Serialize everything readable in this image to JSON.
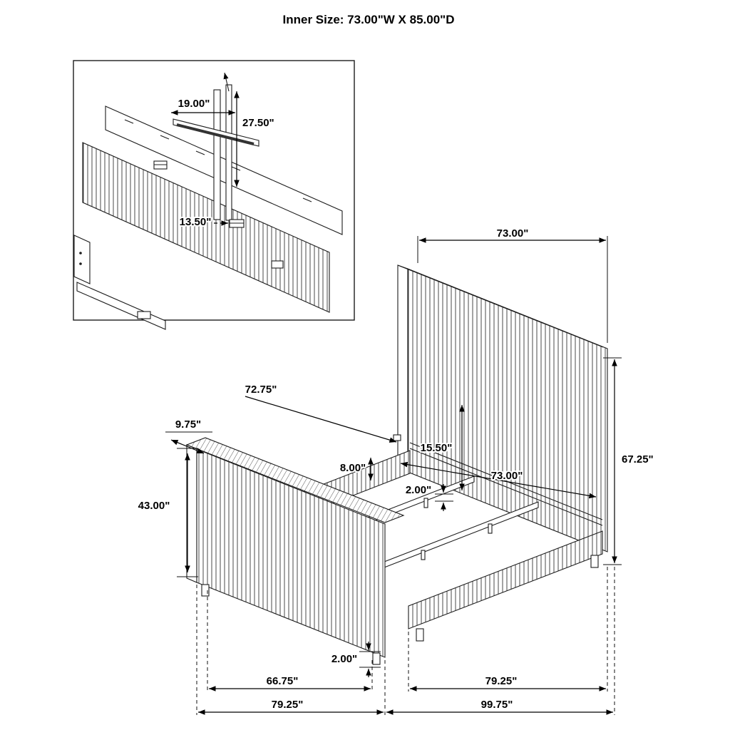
{
  "title": "Inner Size: 73.00\"W X 85.00\"D",
  "inset": {
    "crossbar_width": "19.00\"",
    "bracket_height": "27.50\"",
    "bracket_spacing": "13.50\""
  },
  "main": {
    "headboard_width": "73.00\"",
    "headboard_height": "67.25\"",
    "rail_length": "72.75\"",
    "wing_depth": "9.75\"",
    "footboard_height": "43.00\"",
    "inner_clearance_height": "15.50\"",
    "rail_height": "8.00\"",
    "inner_width": "73.00\"",
    "slat_thickness": "2.00\"",
    "leg_height": "2.00\"",
    "footboard_inner_width": "66.75\"",
    "footboard_outer_width": "79.25\"",
    "side_rail_span": "79.25\"",
    "overall_depth": "99.75\""
  }
}
